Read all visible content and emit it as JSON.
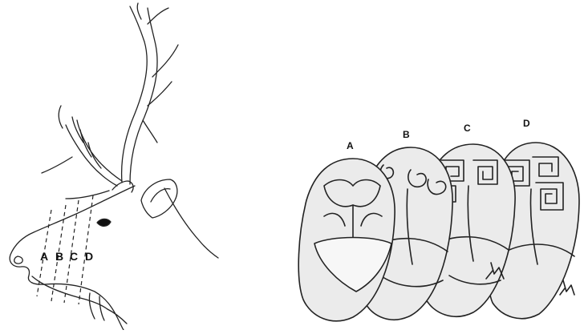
{
  "head_labels": {
    "a": "A",
    "b": "B",
    "c": "C",
    "d": "D"
  },
  "section_labels": {
    "a": "A",
    "b": "B",
    "c": "C",
    "d": "D"
  },
  "colors": {
    "ink": "#222222",
    "section_fill": "#ebebeb",
    "background": "#ffffff"
  }
}
